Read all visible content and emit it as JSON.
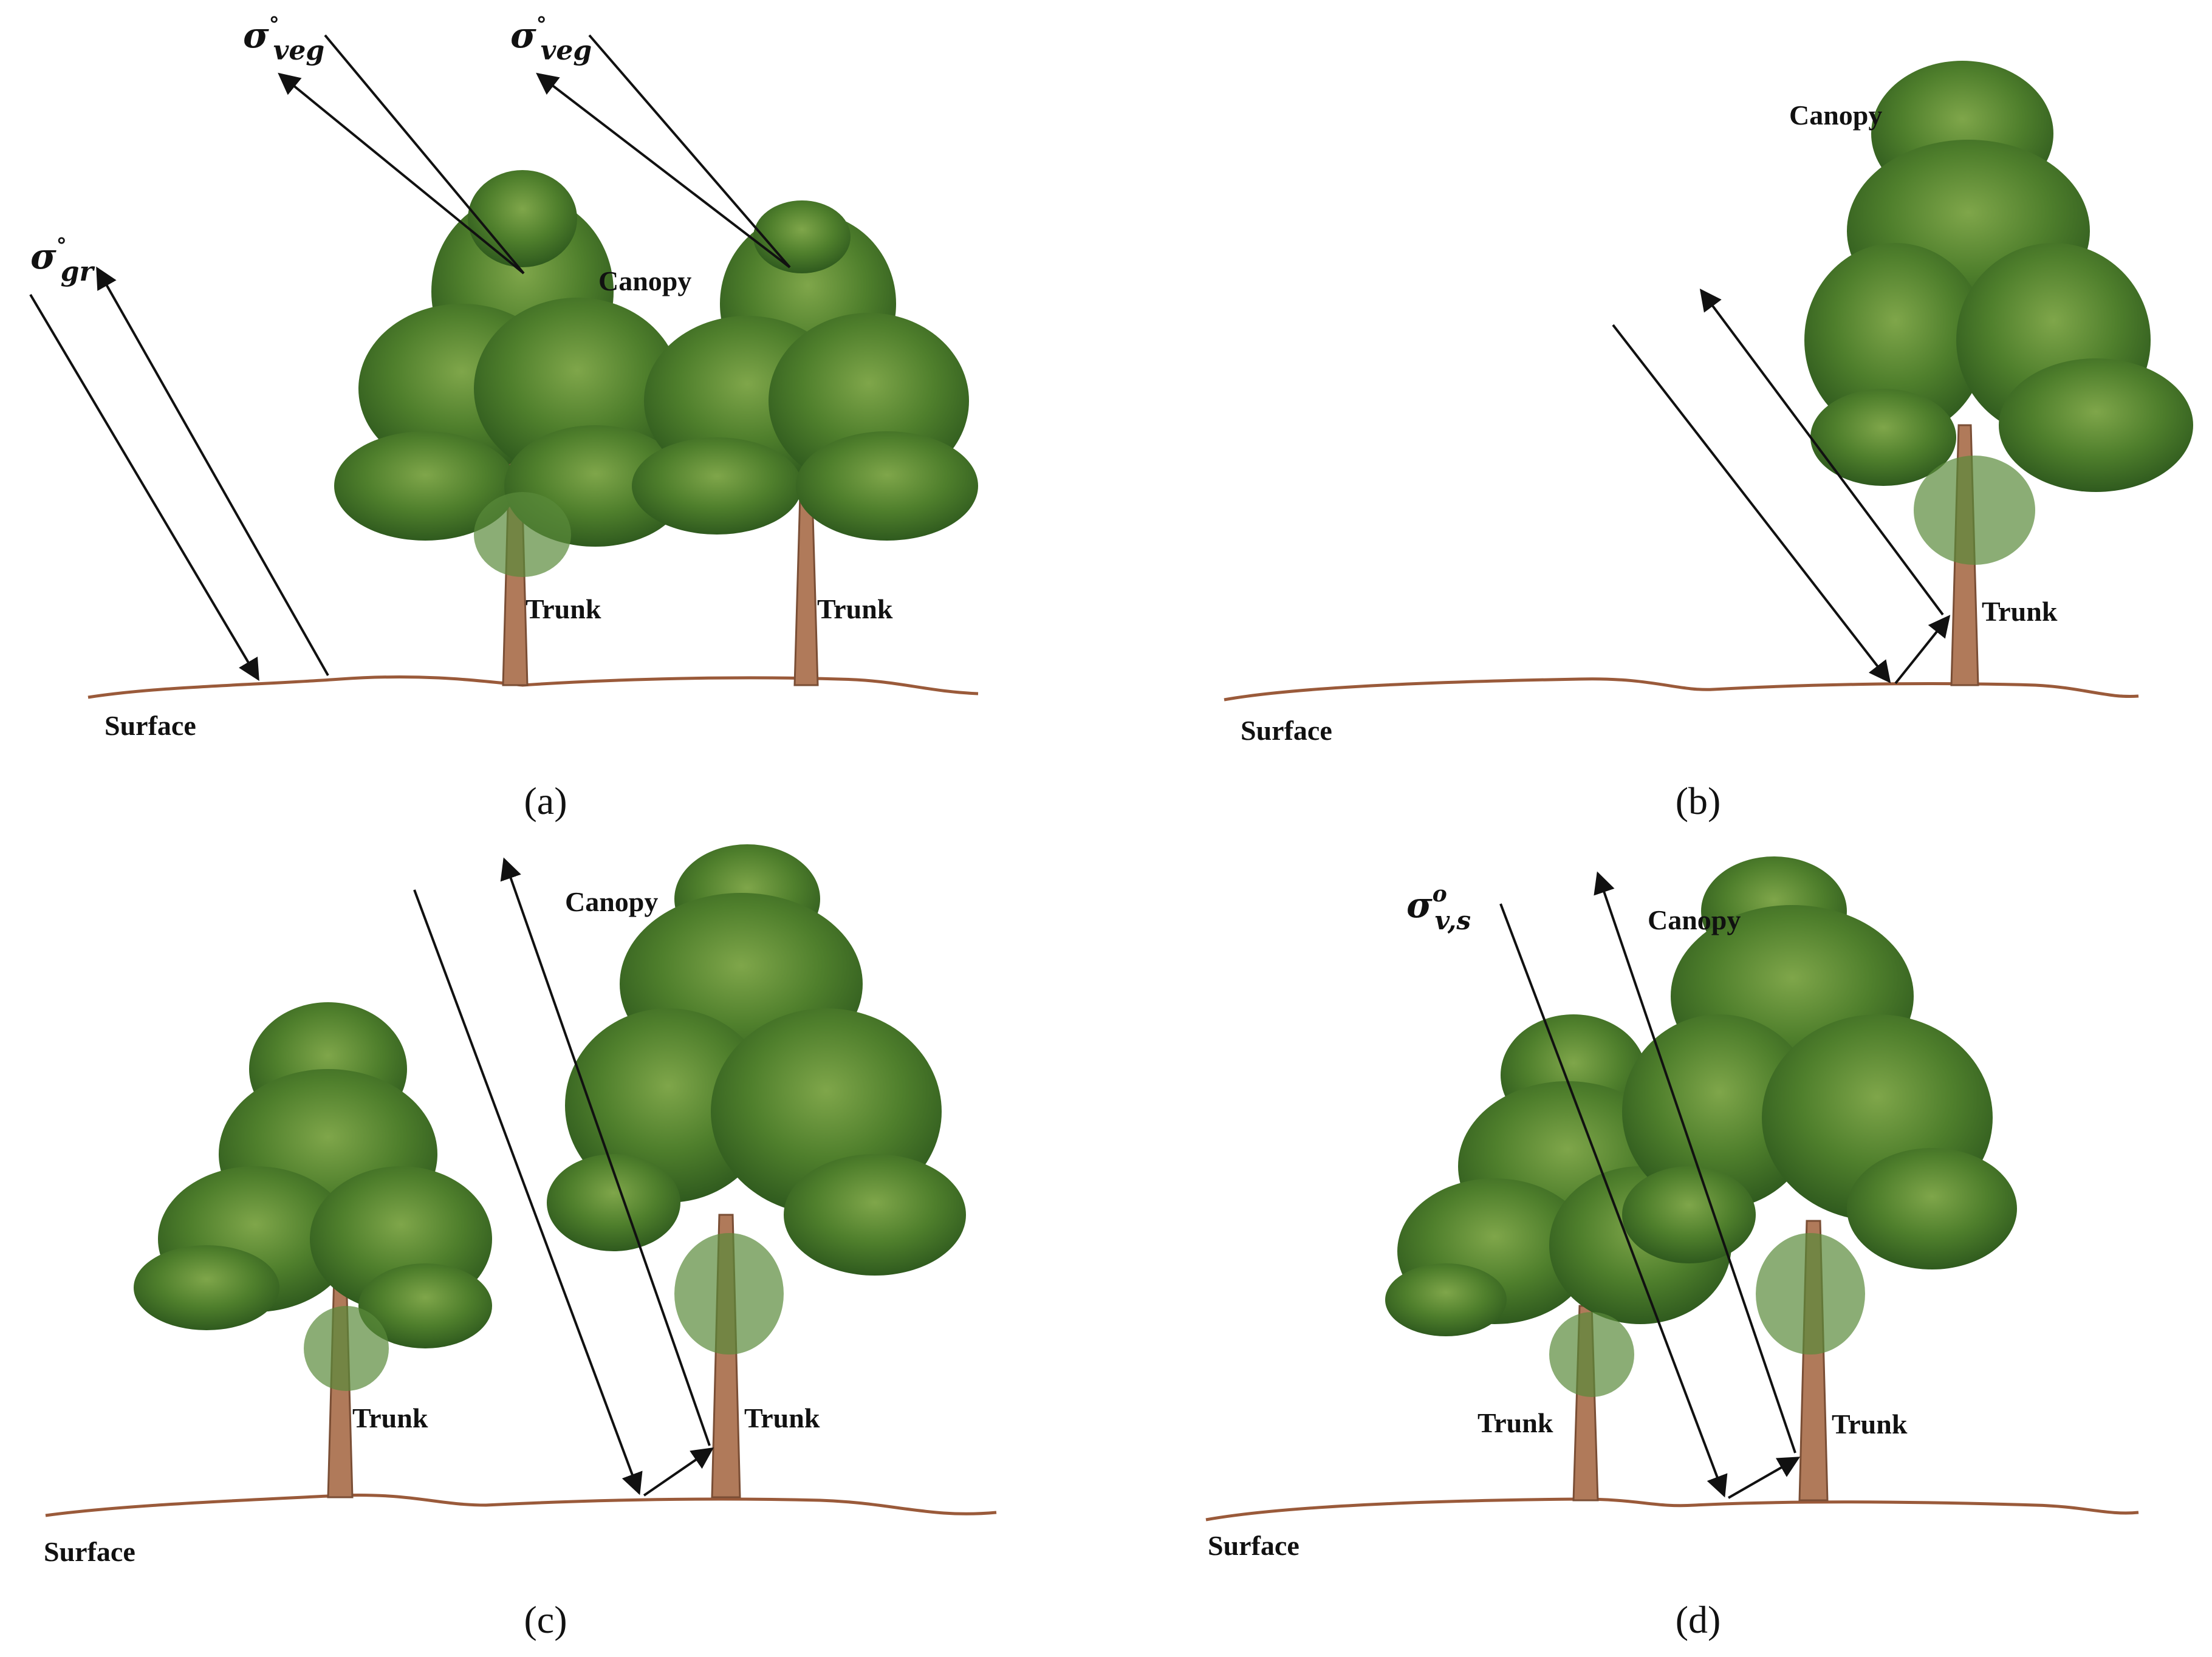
{
  "panels": [
    {
      "id": "a",
      "caption": "(a)",
      "labels": {
        "canopy": "Canopy",
        "trunk_1": "Trunk",
        "trunk_2": "Trunk",
        "surface": "Surface"
      },
      "math": {
        "sigma_veg_1": {
          "base": "σ",
          "sup": "°",
          "sub": "veg"
        },
        "sigma_veg_2": {
          "base": "σ",
          "sup": "°",
          "sub": "veg"
        },
        "sigma_gr": {
          "base": "σ",
          "sup": "°",
          "sub": "gr"
        }
      }
    },
    {
      "id": "b",
      "caption": "(b)",
      "labels": {
        "canopy": "Canopy",
        "trunk": "Trunk",
        "surface": "Surface"
      }
    },
    {
      "id": "c",
      "caption": "(c)",
      "labels": {
        "canopy": "Canopy",
        "trunk_1": "Trunk",
        "trunk_2": "Trunk",
        "surface": "Surface"
      }
    },
    {
      "id": "d",
      "caption": "(d)",
      "labels": {
        "canopy": "Canopy",
        "trunk_1": "Trunk",
        "trunk_2": "Trunk",
        "surface": "Surface"
      },
      "math": {
        "sigma_vs": {
          "base": "σ",
          "sup": "o",
          "sub": "v,s"
        }
      }
    }
  ],
  "colors": {
    "ground": "#9a5a3a",
    "trunk": "#b07a5a",
    "foliage_dark": "#2f5a1e",
    "foliage_mid": "#4f7f2c",
    "foliage_light": "#7fa64a",
    "arrow": "#111111"
  }
}
